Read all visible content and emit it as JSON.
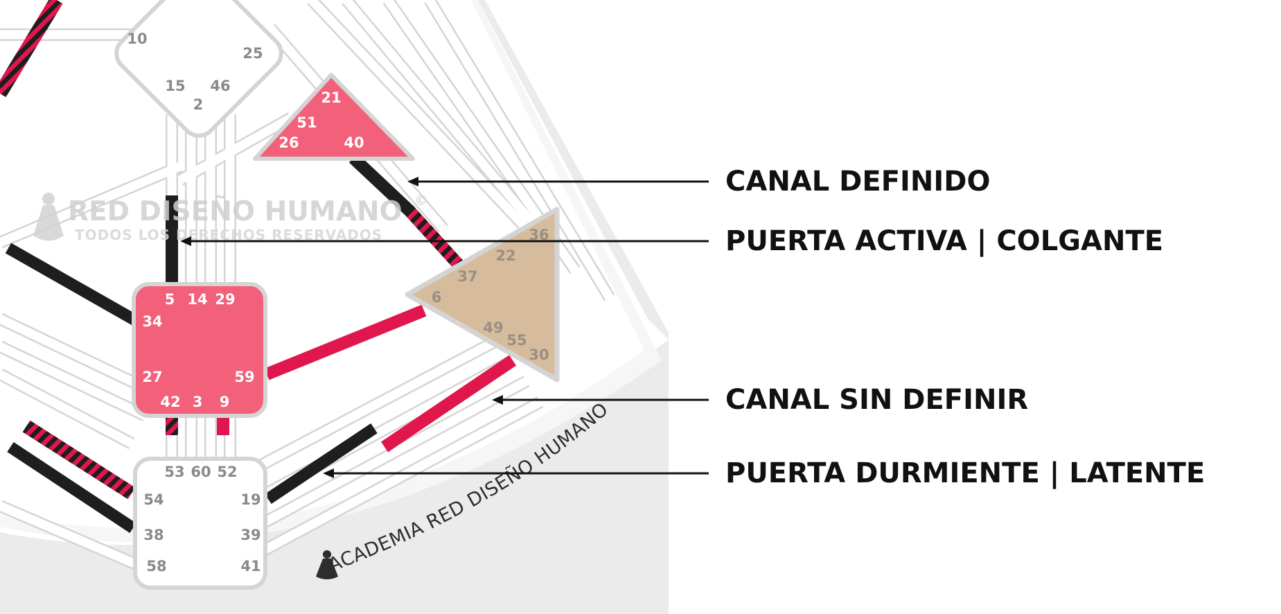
{
  "colors": {
    "defined_pink": "#f2607a",
    "active_red": "#e0174d",
    "black": "#1e1e1e",
    "tan": "#d6bc9c",
    "channel_outline": "#d4d4d4",
    "background_grey": "#ebebeb"
  },
  "watermark": {
    "title": "RED DISEÑO HUMANO",
    "registered": "©",
    "subtitle": "TODOS LOS DERECHOS RESERVADOS",
    "icon": "bell-figure-icon"
  },
  "bottom_mark": {
    "text": "ACADEMIA RED DISEÑO HUMANO",
    "icon": "bell-figure-icon"
  },
  "centers": {
    "g_center": {
      "gates": [
        "10",
        "25",
        "15",
        "46",
        "2"
      ]
    },
    "heart": {
      "gates": [
        "21",
        "51",
        "26",
        "40"
      ]
    },
    "solar_plexus": {
      "gates": [
        "36",
        "22",
        "37",
        "6",
        "49",
        "55",
        "30"
      ]
    },
    "sacral": {
      "gates": [
        "5",
        "14",
        "29",
        "34",
        "27",
        "59",
        "42",
        "3",
        "9"
      ]
    },
    "root": {
      "gates": [
        "53",
        "60",
        "52",
        "54",
        "19",
        "38",
        "39",
        "58",
        "41"
      ]
    }
  },
  "legend": [
    {
      "label": "CANAL DEFINIDO"
    },
    {
      "label": "PUERTA ACTIVA | COLGANTE"
    },
    {
      "label": "CANAL SIN DEFINIR"
    },
    {
      "label": "PUERTA DURMIENTE | LATENTE"
    }
  ]
}
